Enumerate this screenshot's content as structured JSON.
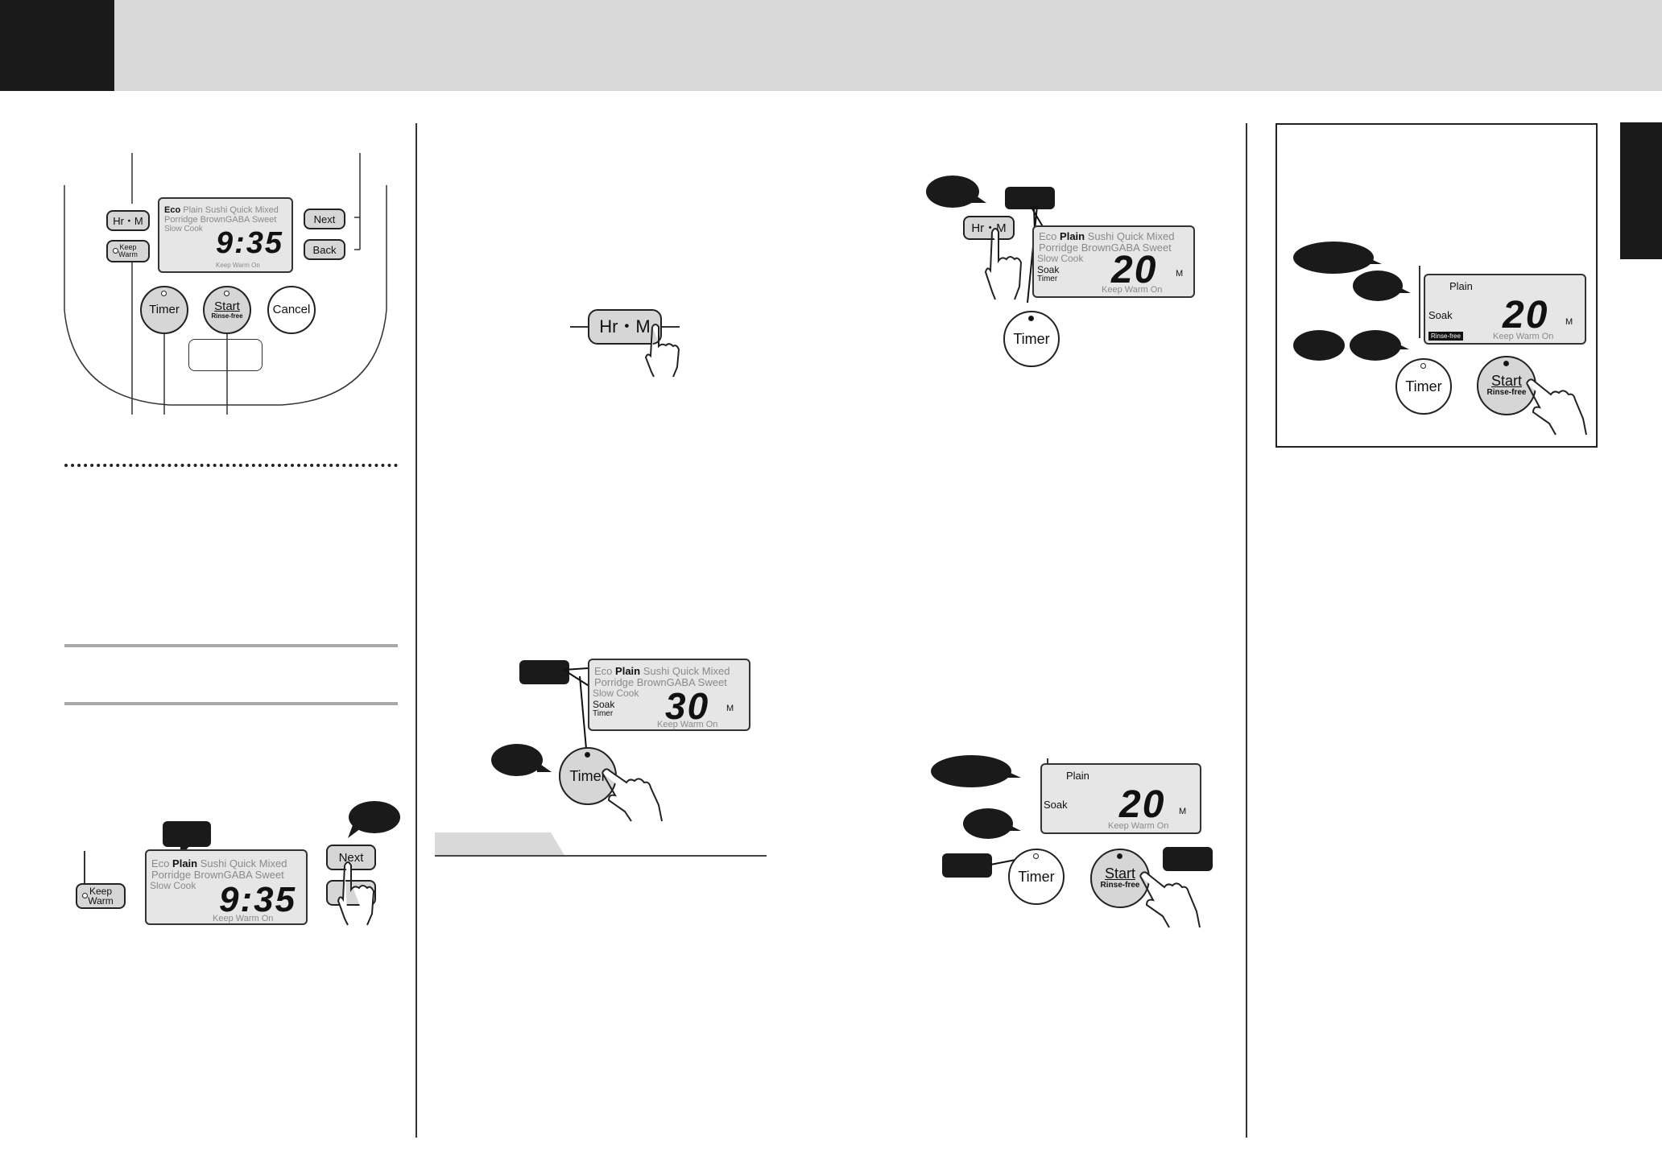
{
  "labels": {
    "hr_m": "Hr・M",
    "keep_warm_line1": "Keep",
    "keep_warm_line2": "Warm",
    "next": "Next",
    "back": "Back",
    "timer": "Timer",
    "start": "Start",
    "rinse_free": "Rinse-free",
    "cancel": "Cancel"
  },
  "menu": {
    "row1": [
      "Eco",
      "Plain",
      "Sushi",
      "Quick",
      "Mixed"
    ],
    "row2": [
      "Porridge",
      "BrownGABA",
      "Sweet"
    ],
    "row3": "Slow Cook",
    "soak": "Soak",
    "timer": "Timer",
    "keep_warm_on": "Keep Warm On",
    "plain": "Plain",
    "rinse_free_badge": "Rinse-free",
    "minute_unit": "M"
  },
  "displays": {
    "clock": "9:35",
    "thirty": "30",
    "twenty": "20"
  },
  "colors": {
    "header": "#d9d9d9",
    "dark": "#1a1a1a",
    "button_fill": "#d6d6d6",
    "lcd_fill": "#e6e6e6"
  }
}
